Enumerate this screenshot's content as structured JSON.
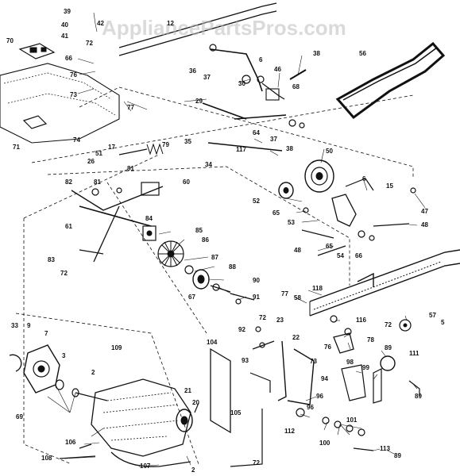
{
  "watermark": "AppliancePartsPros.com",
  "parts": [
    {
      "id": "39"
    },
    {
      "id": "40"
    },
    {
      "id": "41"
    },
    {
      "id": "42"
    },
    {
      "id": "12"
    },
    {
      "id": "70"
    },
    {
      "id": "66"
    },
    {
      "id": "76"
    },
    {
      "id": "73"
    },
    {
      "id": "77"
    },
    {
      "id": "71"
    },
    {
      "id": "74"
    },
    {
      "id": "36"
    },
    {
      "id": "37"
    },
    {
      "id": "30"
    },
    {
      "id": "6"
    },
    {
      "id": "46"
    },
    {
      "id": "38"
    },
    {
      "id": "68"
    },
    {
      "id": "56"
    },
    {
      "id": "29"
    },
    {
      "id": "64"
    },
    {
      "id": "35"
    },
    {
      "id": "34"
    },
    {
      "id": "117"
    },
    {
      "id": "50"
    },
    {
      "id": "17"
    },
    {
      "id": "79"
    },
    {
      "id": "51"
    },
    {
      "id": "26"
    },
    {
      "id": "81"
    },
    {
      "id": "60"
    },
    {
      "id": "82"
    },
    {
      "id": "61"
    },
    {
      "id": "15"
    },
    {
      "id": "47"
    },
    {
      "id": "52"
    },
    {
      "id": "65"
    },
    {
      "id": "53"
    },
    {
      "id": "48"
    },
    {
      "id": "85"
    },
    {
      "id": "84"
    },
    {
      "id": "86"
    },
    {
      "id": "83"
    },
    {
      "id": "72"
    },
    {
      "id": "87"
    },
    {
      "id": "88"
    },
    {
      "id": "90"
    },
    {
      "id": "67"
    },
    {
      "id": "91"
    },
    {
      "id": "54"
    },
    {
      "id": "118"
    },
    {
      "id": "58"
    },
    {
      "id": "116"
    },
    {
      "id": "57"
    },
    {
      "id": "5"
    },
    {
      "id": "33"
    },
    {
      "id": "9"
    },
    {
      "id": "7"
    },
    {
      "id": "109"
    },
    {
      "id": "3"
    },
    {
      "id": "2"
    },
    {
      "id": "69"
    },
    {
      "id": "104"
    },
    {
      "id": "92"
    },
    {
      "id": "23"
    },
    {
      "id": "93"
    },
    {
      "id": "22"
    },
    {
      "id": "78"
    },
    {
      "id": "89"
    },
    {
      "id": "111"
    },
    {
      "id": "98"
    },
    {
      "id": "99"
    },
    {
      "id": "94"
    },
    {
      "id": "96"
    },
    {
      "id": "112"
    },
    {
      "id": "100"
    },
    {
      "id": "101"
    },
    {
      "id": "113"
    },
    {
      "id": "105"
    },
    {
      "id": "21"
    },
    {
      "id": "20"
    },
    {
      "id": "106"
    },
    {
      "id": "108"
    },
    {
      "id": "107"
    }
  ]
}
